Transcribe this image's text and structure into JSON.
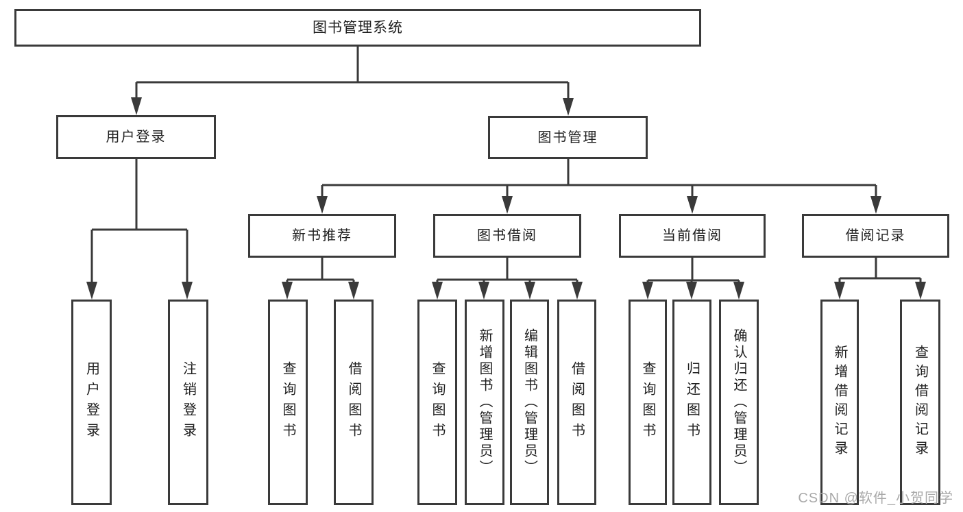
{
  "diagram": {
    "title": "图书管理系统",
    "watermark": "CSDN @软件_小贺同学",
    "colors": {
      "line": "#3a3a3a",
      "border": "#3a3a3a",
      "text": "#1f1f1f",
      "background": "#ffffff",
      "watermark": "#a9a9a9"
    },
    "level2": [
      {
        "label": "用户登录",
        "parent": "图书管理系统"
      },
      {
        "label": "图书管理",
        "parent": "图书管理系统"
      }
    ],
    "level3": [
      {
        "label": "新书推荐",
        "parent": "图书管理"
      },
      {
        "label": "图书借阅",
        "parent": "图书管理"
      },
      {
        "label": "当前借阅",
        "parent": "图书管理"
      },
      {
        "label": "借阅记录",
        "parent": "图书管理"
      }
    ],
    "level4": [
      {
        "label": "用户登录",
        "parent": "用户登录"
      },
      {
        "label": "注销登录",
        "parent": "用户登录"
      },
      {
        "label": "查询图书",
        "parent": "新书推荐"
      },
      {
        "label": "借阅图书",
        "parent": "新书推荐"
      },
      {
        "label": "查询图书",
        "parent": "图书借阅"
      },
      {
        "label": "新增图书（管理员）",
        "parent": "图书借阅"
      },
      {
        "label": "编辑图书（管理员）",
        "parent": "图书借阅"
      },
      {
        "label": "借阅图书",
        "parent": "图书借阅"
      },
      {
        "label": "查询图书",
        "parent": "当前借阅"
      },
      {
        "label": "归还图书",
        "parent": "当前借阅"
      },
      {
        "label": "确认归还（管理员）",
        "parent": "当前借阅"
      },
      {
        "label": "新增借阅记录",
        "parent": "借阅记录"
      },
      {
        "label": "查询借阅记录",
        "parent": "借阅记录"
      }
    ]
  }
}
